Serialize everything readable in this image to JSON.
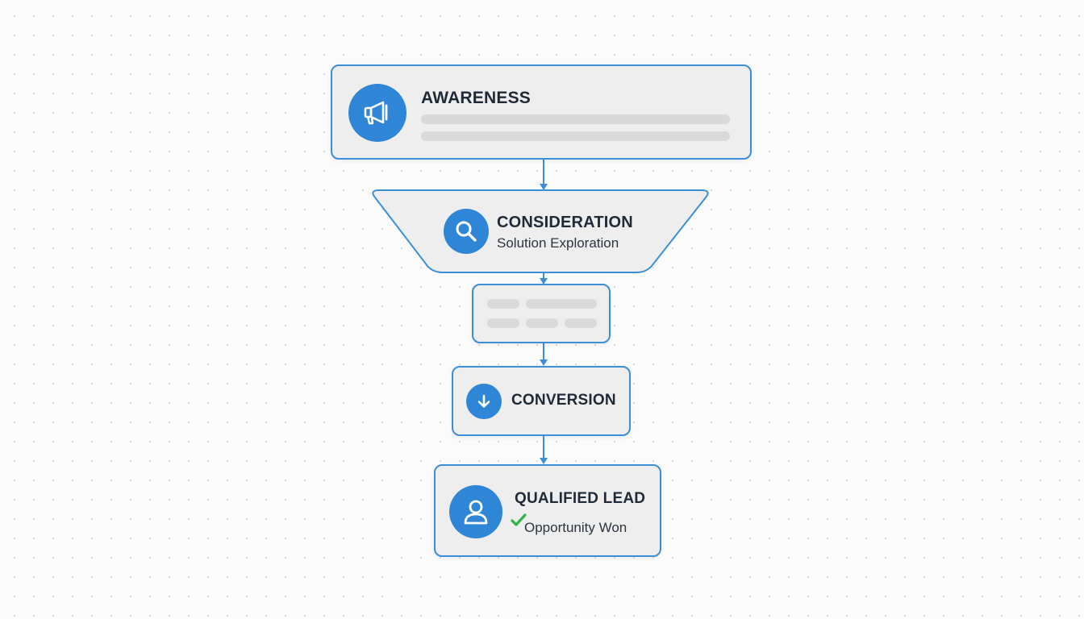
{
  "nodes": {
    "awareness": {
      "title": "AWARENESS",
      "icon": "megaphone-icon"
    },
    "consideration": {
      "title": "CONSIDERATION",
      "subtitle": "Solution Exploration",
      "icon": "search-icon"
    },
    "conversion": {
      "title": "CONVERSION",
      "icon": "arrow-down-icon"
    },
    "qualified_lead": {
      "title": "QUALIFIED LEAD",
      "subtitle": "Opportunity Won",
      "icon": "user-icon",
      "status_icon": "checkmark-icon"
    }
  },
  "colors": {
    "accent": "#3b8fd9",
    "icon_circle": "#2f86d6",
    "node_fill": "#eeeeee",
    "placeholder": "#d9d9d9",
    "check": "#2fb34a"
  }
}
